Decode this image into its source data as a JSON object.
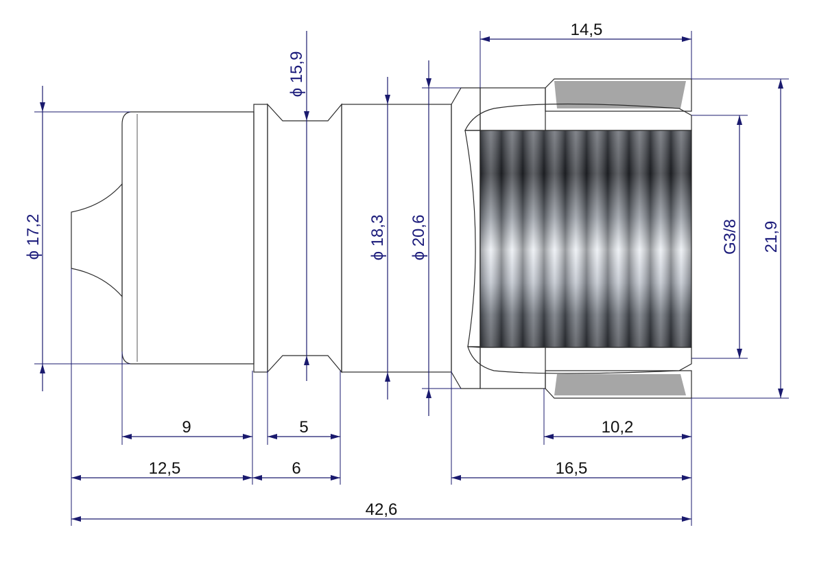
{
  "dimensions": {
    "top_width": "14,5",
    "dia_groove": "ϕ 15,9",
    "dia_left": "ϕ 17,2",
    "dia_mid": "ϕ 18,3",
    "dia_shoulder": "ϕ 20,6",
    "thread": "G3/8",
    "height_right": "21,9",
    "len_9": "9",
    "len_5": "5",
    "len_10_2": "10,2",
    "len_12_5": "12,5",
    "len_6": "6",
    "len_16_5": "16,5",
    "total": "42,6"
  },
  "colors": {
    "dimension": "#1a1a6e",
    "metal_light": "#e6e6e6",
    "metal_dark": "#5a5a5a",
    "hex_nut": "#4a4a4a"
  }
}
